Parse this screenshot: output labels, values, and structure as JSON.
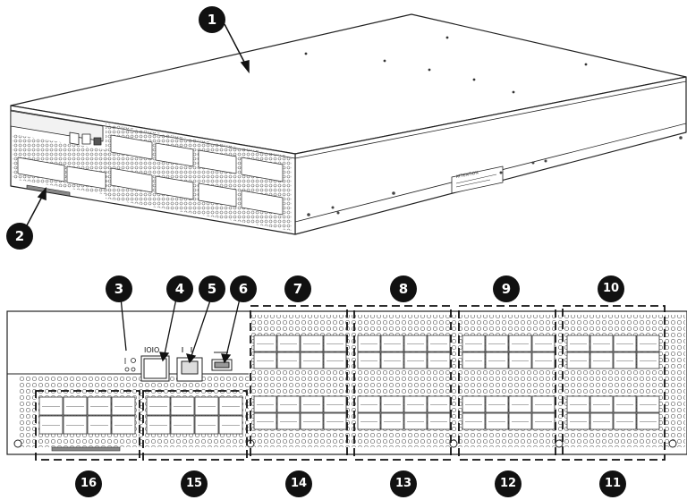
{
  "callouts": [
    "1",
    "2",
    "3",
    "4",
    "5",
    "6",
    "7",
    "8",
    "9",
    "10",
    "11",
    "12",
    "13",
    "14",
    "15",
    "16"
  ],
  "chassis": {
    "attention_label": "ATTENTION",
    "ioio_label": "IOIO"
  }
}
